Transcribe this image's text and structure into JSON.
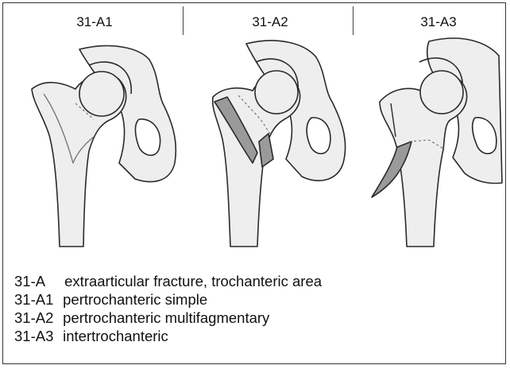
{
  "columns": [
    {
      "label": "31-A1"
    },
    {
      "label": "31-A2"
    },
    {
      "label": "31-A3"
    }
  ],
  "legend": [
    {
      "code": "31-A",
      "text": "extraarticular fracture, trochanteric area"
    },
    {
      "code": "31-A1",
      "text": "pertrochanteric simple"
    },
    {
      "code": "31-A2",
      "text": "pertrochanteric multifagmentary"
    },
    {
      "code": "31-A3",
      "text": "intertrochanteric"
    }
  ],
  "colors": {
    "bone_fill": "#eeeeee",
    "bone_stroke": "#2a2a2a",
    "fracture_fill": "#9a9a9a"
  }
}
